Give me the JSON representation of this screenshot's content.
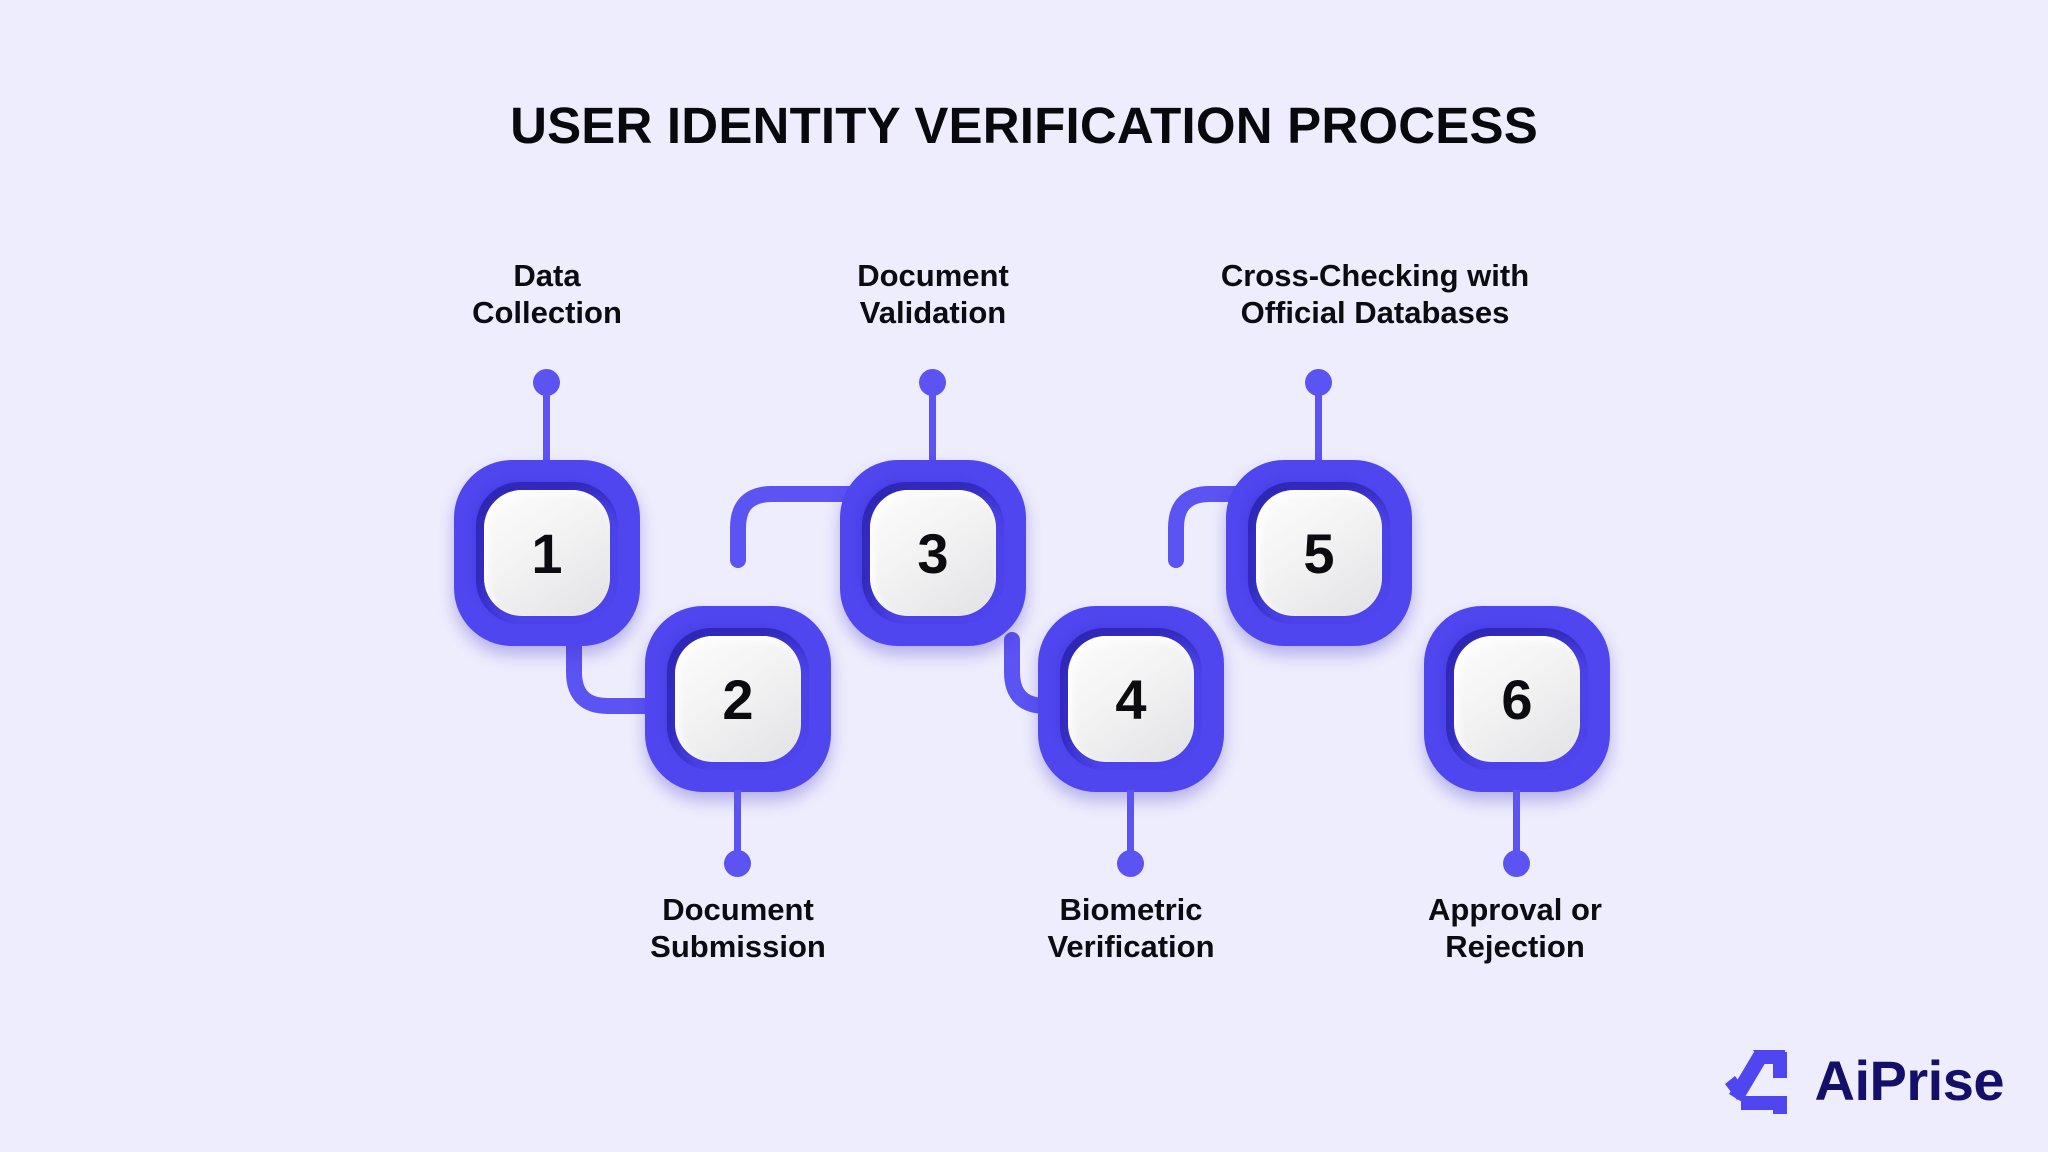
{
  "page": {
    "background_color": "#eeedfd",
    "title": "USER IDENTITY VERIFICATION PROCESS"
  },
  "colors": {
    "accent": "#4f46f0",
    "wire": "#5b53f2",
    "text": "#0b0b10",
    "brand_text": "#141069",
    "node_face_light": "#fdfdfe",
    "node_face_dark": "#e2e2e4"
  },
  "chart_data": {
    "type": "diagram",
    "layout": "zigzag-process-flow",
    "title": "USER IDENTITY VERIFICATION PROCESS",
    "steps": [
      {
        "number": "1",
        "label": "Data\nCollection",
        "row": "top",
        "label_position": "above"
      },
      {
        "number": "2",
        "label": "Document\nSubmission",
        "row": "bottom",
        "label_position": "below"
      },
      {
        "number": "3",
        "label": "Document\nValidation",
        "row": "top",
        "label_position": "above"
      },
      {
        "number": "4",
        "label": "Biometric\nVerification",
        "row": "bottom",
        "label_position": "below"
      },
      {
        "number": "5",
        "label": "Cross-Checking with\nOfficial Databases",
        "row": "top",
        "label_position": "above"
      },
      {
        "number": "6",
        "label": "Approval or\nRejection",
        "row": "bottom",
        "label_position": "below"
      }
    ],
    "connections": [
      {
        "from": "1",
        "to": "2"
      },
      {
        "from": "2",
        "to": "3"
      },
      {
        "from": "3",
        "to": "4"
      },
      {
        "from": "4",
        "to": "5"
      },
      {
        "from": "5",
        "to": "6"
      }
    ]
  },
  "brand": {
    "name": "AiPrise",
    "mark": "aiprise-triangle-icon"
  }
}
